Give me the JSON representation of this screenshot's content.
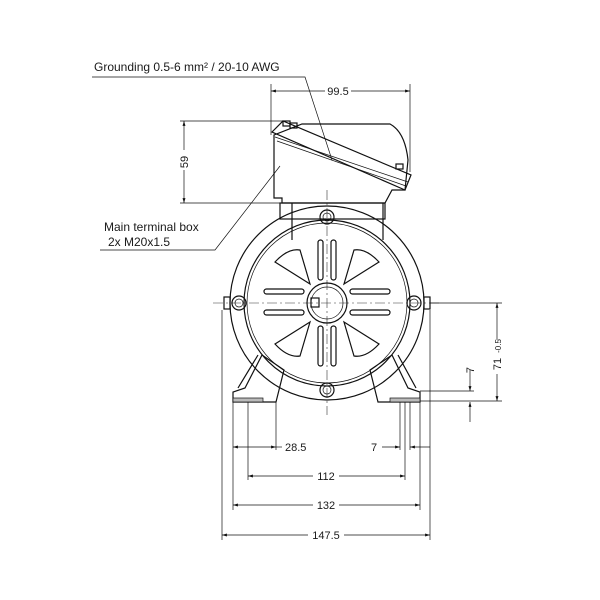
{
  "labels": {
    "grounding": "Grounding 0.5-6 mm² / 20-10 AWG",
    "terminal_box_line1": "Main terminal box",
    "terminal_box_line2": "2x M20x1.5"
  },
  "dimensions": {
    "box_width": "99.5",
    "box_height": "59",
    "shaft_height": "71",
    "shaft_height_tolerance": "-0.5",
    "foot_thickness": "7",
    "foot_width": "28.5",
    "hole_diameter": "7",
    "hole_spacing": "112",
    "foot_span": "132",
    "overall_width": "147.5"
  },
  "colors": {
    "line": "#111111",
    "background": "#ffffff"
  }
}
